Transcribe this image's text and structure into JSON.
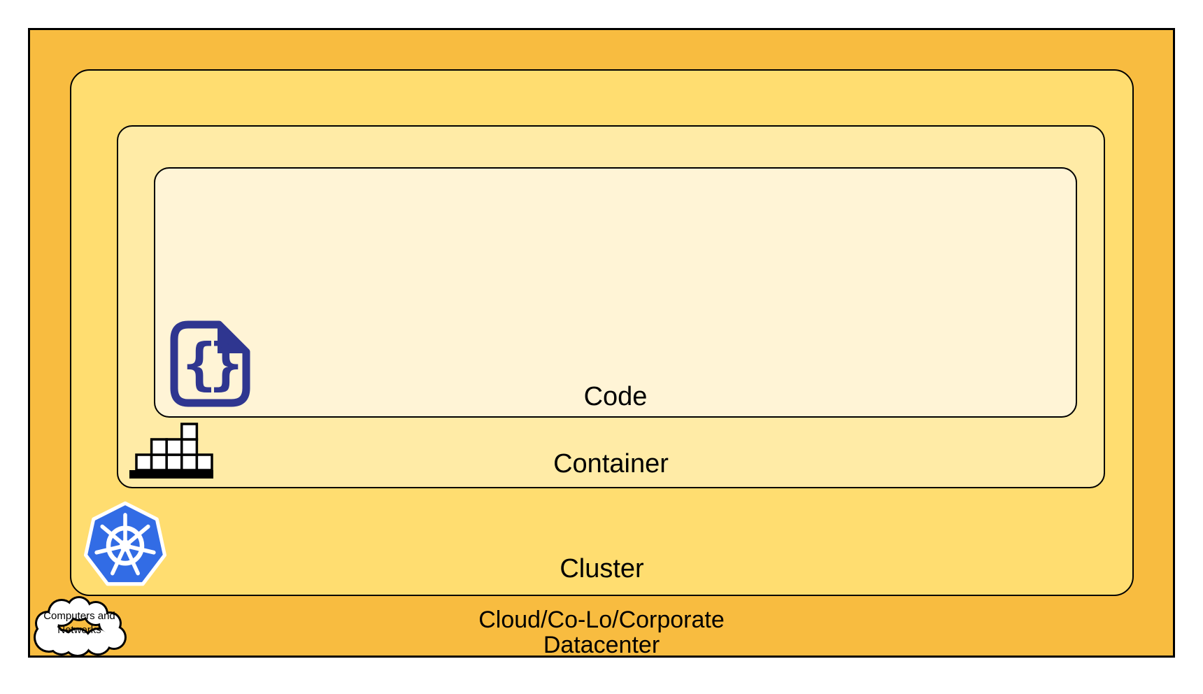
{
  "colors": {
    "border": "#000000",
    "text": "#000000",
    "datacenter_fill": "#F8BC40",
    "cluster_fill": "#FFDD70",
    "container_fill": "#FFEBA6",
    "code_fill": "#FFF4D6",
    "kubernetes_blue": "#326CE5",
    "code_icon_indigo": "#2F3690",
    "icon_black": "#000000",
    "icon_white": "#FFFFFF",
    "cloud_fill": "#FFFFFF"
  },
  "layers": {
    "code": {
      "label": "Code"
    },
    "container": {
      "label": "Container"
    },
    "cluster": {
      "label": "Cluster"
    },
    "datacenter": {
      "label": "Cloud/Co-Lo/Corporate\nDatacenter"
    }
  },
  "cloud_shape": {
    "label": "Computers and\nNetworks"
  },
  "icons": {
    "code": "code-file-icon",
    "container": "container-stack-icon",
    "cluster": "kubernetes-icon",
    "datacenter": "cloud-icon"
  }
}
